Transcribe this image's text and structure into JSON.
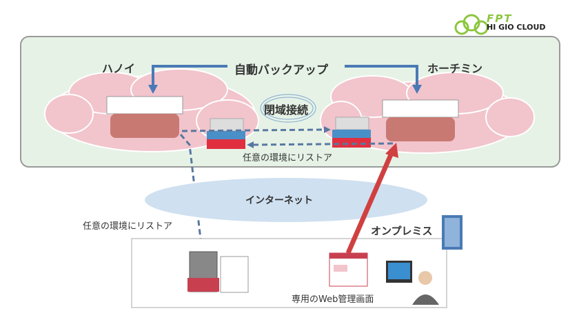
{
  "logo": {
    "brand": "FPT",
    "product": "HI GIO CLOUD"
  },
  "cloud_region": {
    "left_site": "ハノイ",
    "right_site": "ホーチミン",
    "auto_backup": "自動バックアップ",
    "closed_network": "閉域接続",
    "restore_label": "任意の環境にリストア"
  },
  "internet": {
    "label": "インターネット"
  },
  "onprem": {
    "restore_label": "任意の環境にリストア",
    "title": "オンプレミス",
    "web_console": "専用のWeb管理画面"
  },
  "colors": {
    "region_bg": "#e6f2e6",
    "cloud": "#f2c4cc",
    "internet": "#cfe0f0",
    "flow": "#4a7ab5",
    "dashed": "#5878a0",
    "access_arrow": "#d04040",
    "logo": "#8cc63f"
  }
}
